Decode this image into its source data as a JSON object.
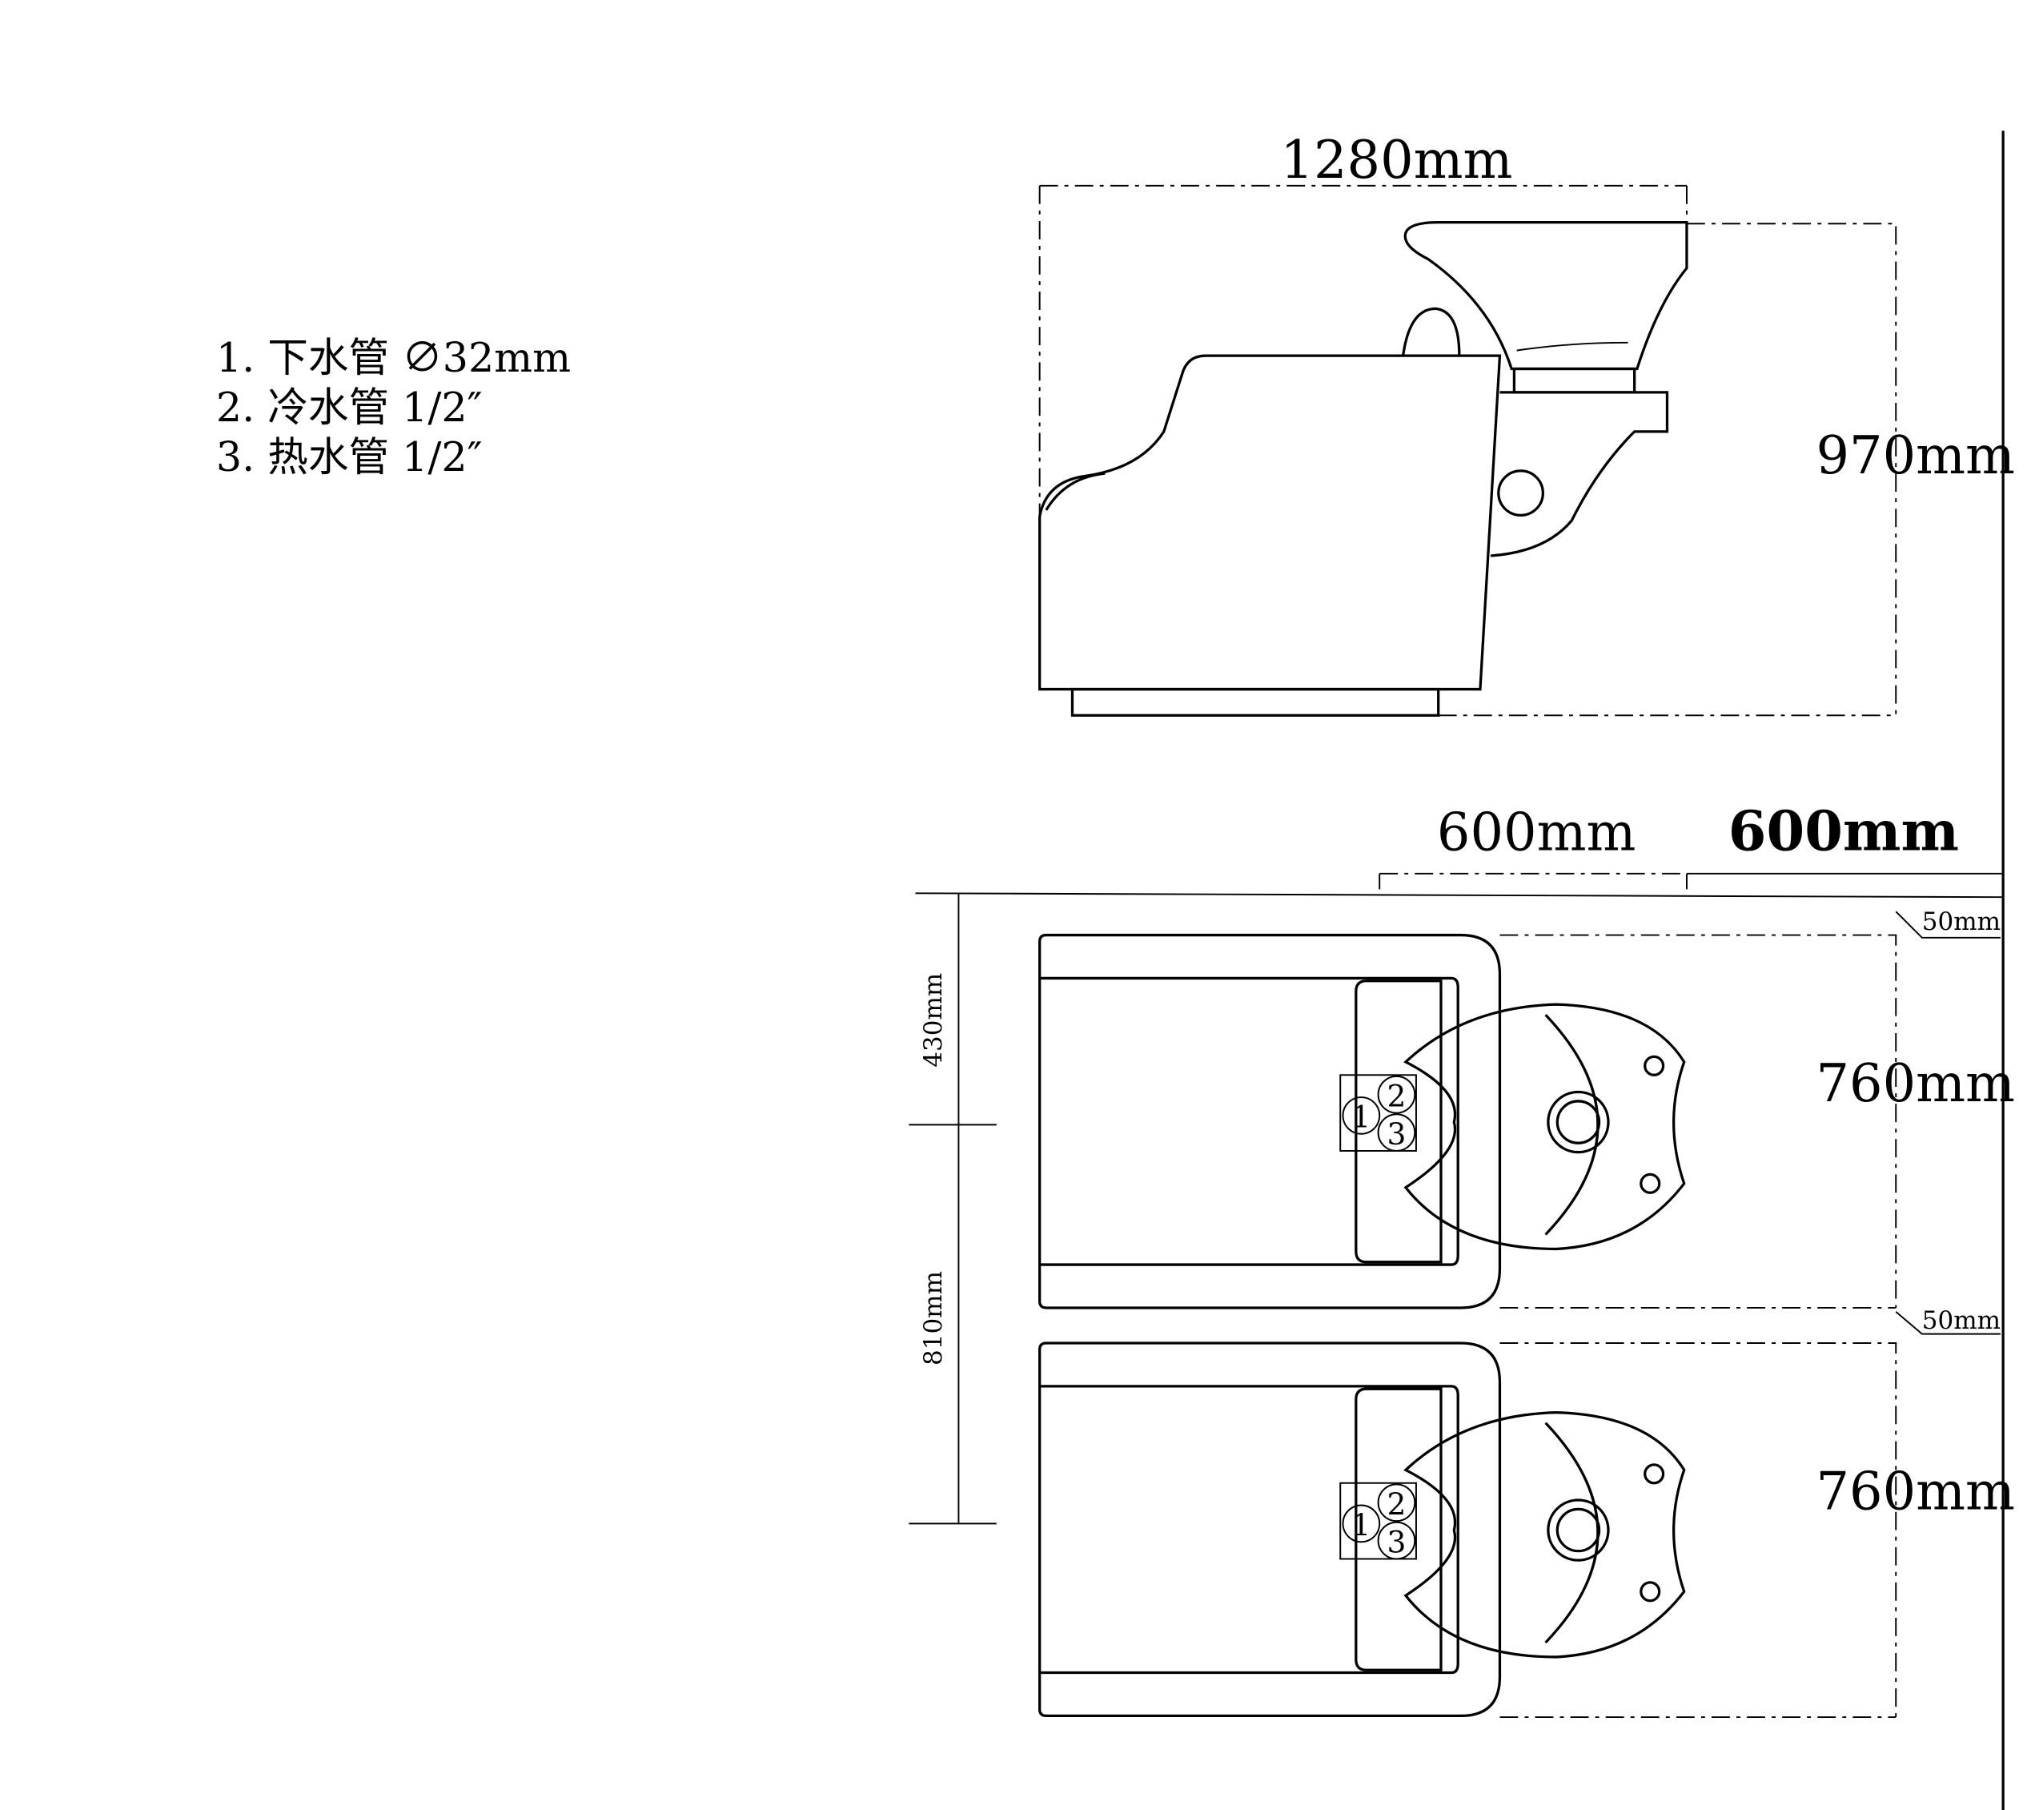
{
  "legend": [
    {
      "text": "1. 下水管  ∅32mm"
    },
    {
      "text": "2. 冷水管  1/2″"
    },
    {
      "text": "3. 热水管  1/2″"
    }
  ],
  "side_view": {
    "width_label": "1280mm",
    "height_label": "970mm"
  },
  "top_view": {
    "spacing_labels": [
      "600mm",
      "600mm"
    ],
    "chair_depth_labels": [
      "760mm",
      "760mm"
    ],
    "gap_labels": [
      "50mm",
      "50mm"
    ],
    "left_labels": [
      "430mm",
      "810mm"
    ],
    "pipe_numbers": [
      "1",
      "2",
      "3"
    ]
  }
}
